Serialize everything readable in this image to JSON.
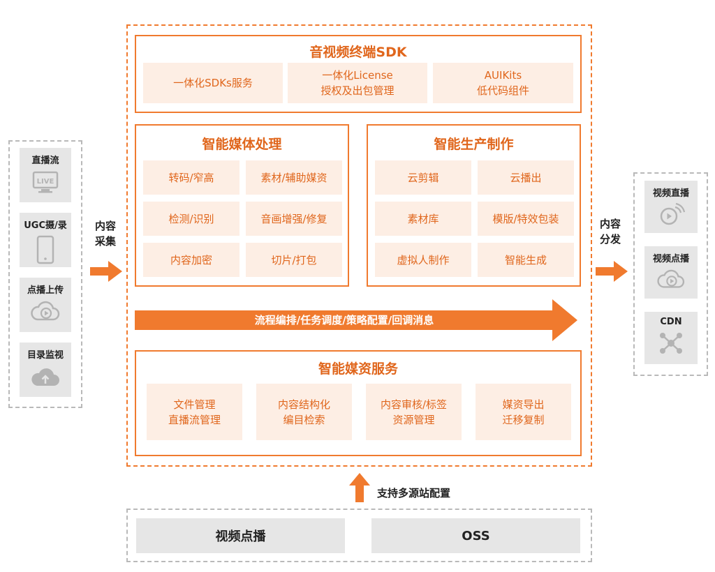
{
  "left_panel": {
    "items": [
      {
        "label": "直播流",
        "icon": "live-tv-icon"
      },
      {
        "label": "UGC摄/录",
        "icon": "mobile-phone-icon"
      },
      {
        "label": "点播上传",
        "icon": "cloud-play-icon"
      },
      {
        "label": "目录监视",
        "icon": "cloud-upload-icon"
      }
    ],
    "live_badge": "LIVE"
  },
  "collect_label": "内容\n采集",
  "distribute_label": "内容\n分发",
  "sdk": {
    "title": "音视频终端SDK",
    "tiles": [
      "一体化SDKs服务",
      "一体化License\n授权及出包管理",
      "AUIKits\n低代码组件"
    ]
  },
  "media_processing": {
    "title": "智能媒体处理",
    "tiles": [
      "转码/窄高",
      "素材/辅助媒资",
      "检测/识别",
      "音画增强/修复",
      "内容加密",
      "切片/打包"
    ]
  },
  "production": {
    "title": "智能生产制作",
    "tiles": [
      "云剪辑",
      "云播出",
      "素材库",
      "模版/特效包装",
      "虚拟人制作",
      "智能生成"
    ]
  },
  "workflow_bar": "流程编排/任务调度/策略配置/回调消息",
  "asset_service": {
    "title": "智能媒资服务",
    "tiles": [
      "文件管理\n直播流管理",
      "内容结构化\n编目检索",
      "内容审核/标签\n资源管理",
      "媒资导出\n迁移复制"
    ]
  },
  "right_panel": {
    "items": [
      {
        "label": "视频直播",
        "icon": "live-broadcast-icon"
      },
      {
        "label": "视频点播",
        "icon": "cloud-play-icon"
      },
      {
        "label": "CDN",
        "icon": "network-nodes-icon"
      }
    ]
  },
  "origin_label": "支持多源站配置",
  "sources": [
    "视频点播",
    "OSS"
  ],
  "colors": {
    "accent": "#f07a2e",
    "tile_bg": "#fdeee4",
    "card_bg": "#e6e6e6"
  }
}
